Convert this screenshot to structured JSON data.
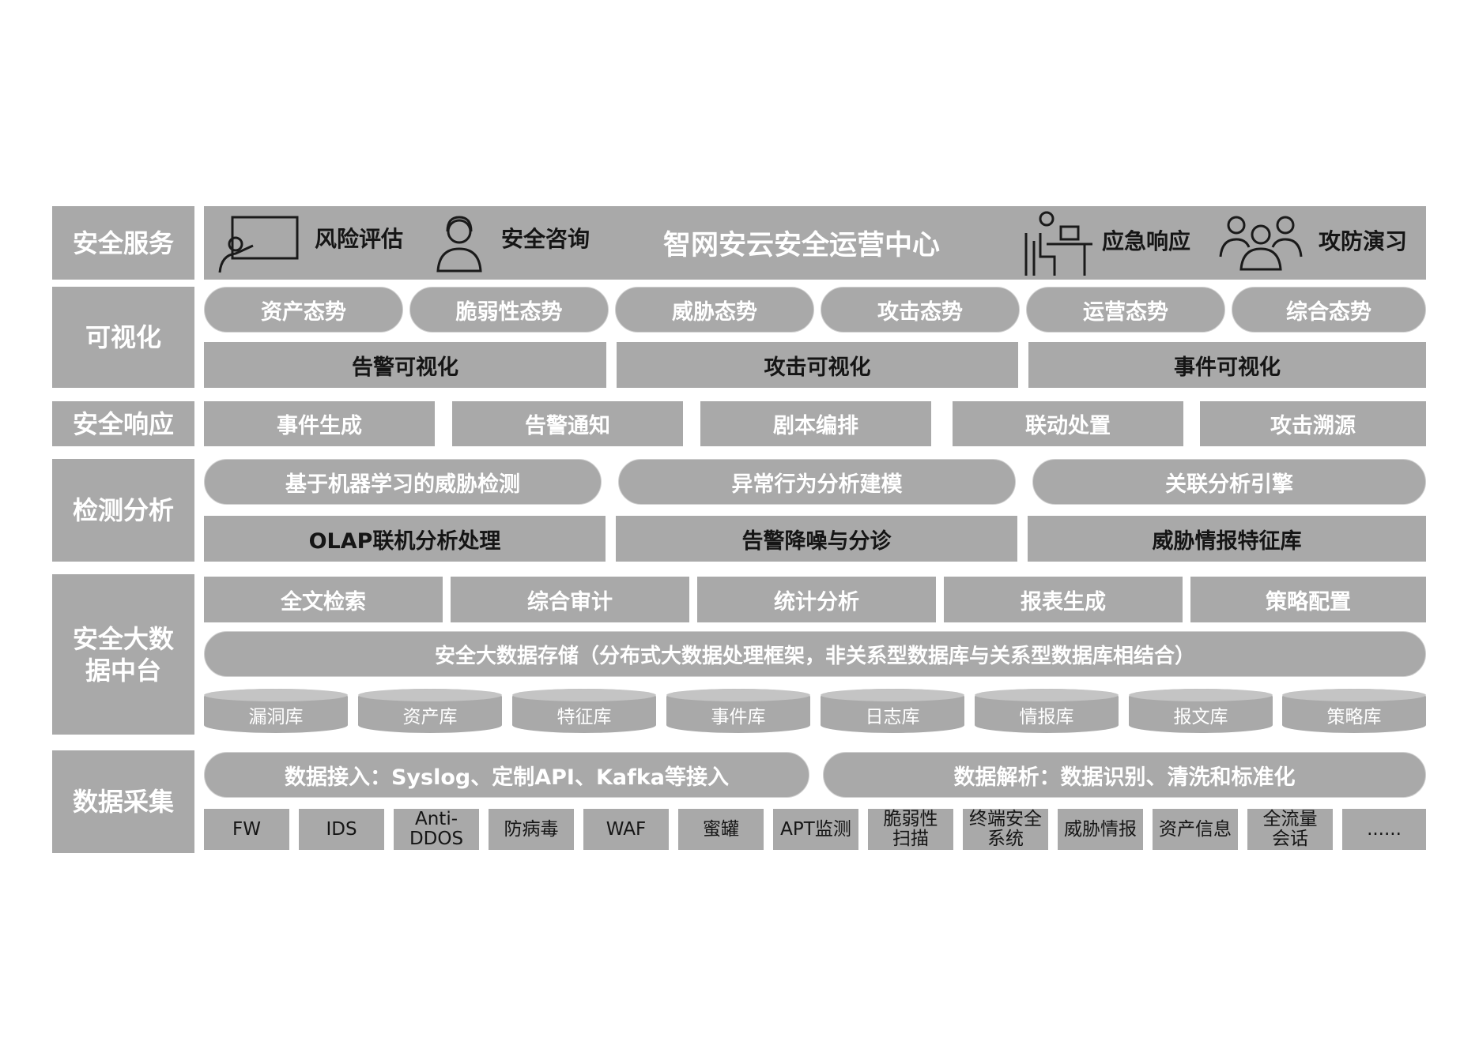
{
  "categories": {
    "service": "安全服务",
    "visual": "可视化",
    "response": "安全响应",
    "detect": "检测分析",
    "bigdata": "安全大数\n据中台",
    "collect": "数据采集"
  },
  "service_row": {
    "items": [
      "风险评估",
      "安全咨询",
      "应急响应",
      "攻防演习"
    ],
    "center_title": "智网安云安全运营中心"
  },
  "visual_row": {
    "postures": [
      "资产态势",
      "脆弱性态势",
      "威胁态势",
      "攻击态势",
      "运营态势",
      "综合态势"
    ],
    "visualizations": [
      "告警可视化",
      "攻击可视化",
      "事件可视化"
    ]
  },
  "response_row": {
    "items": [
      "事件生成",
      "告警通知",
      "剧本编排",
      "联动处置",
      "攻击溯源"
    ]
  },
  "detect_row": {
    "top": [
      "基于机器学习的威胁检测",
      "异常行为分析建模",
      "关联分析引擎"
    ],
    "bottom": [
      "OLAP联机分析处理",
      "告警降噪与分诊",
      "威胁情报特征库"
    ]
  },
  "bigdata_row": {
    "functions": [
      "全文检索",
      "综合审计",
      "统计分析",
      "报表生成",
      "策略配置"
    ],
    "storage": "安全大数据存储（分布式大数据处理框架，非关系型数据库与关系型数据库相结合）",
    "databases": [
      "漏洞库",
      "资产库",
      "特征库",
      "事件库",
      "日志库",
      "情报库",
      "报文库",
      "策略库"
    ]
  },
  "collect_row": {
    "ingest": "数据接入：Syslog、定制API、Kafka等接入",
    "parse": "数据解析：数据识别、清洗和标准化",
    "sources": [
      "FW",
      "IDS",
      "Anti-\nDDOS",
      "防病毒",
      "WAF",
      "蜜罐",
      "APT监测",
      "脆弱性\n扫描",
      "终端安全\n系统",
      "威胁情报",
      "资产信息",
      "全流量\n会话",
      "......"
    ]
  },
  "colors": {
    "block": "#a9a9a9",
    "label_text": "#ffffff",
    "dark_text": "#151515"
  },
  "icons": [
    "presentation-board-icon",
    "consultant-headset-icon",
    "desk-worker-icon",
    "team-group-icon"
  ]
}
